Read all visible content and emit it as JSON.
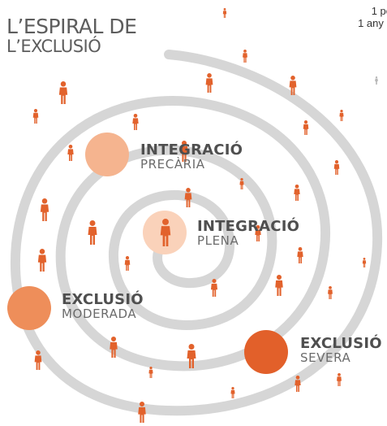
{
  "title": {
    "line1": "L’ESPIRAL DE",
    "line2": "L’EXCLUSIÓ"
  },
  "corner_note": {
    "line1": "1 po",
    "line2": "1 any c"
  },
  "stages": [
    {
      "name": "INTEGRACIÓ",
      "sub": "PRECÀRIA",
      "color": "#f5b48f"
    },
    {
      "name": "INTEGRACIÓ",
      "sub": "PLENA",
      "color": "#fad2ba"
    },
    {
      "name": "EXCLUSIÓ",
      "sub": "MODERADA",
      "color": "#ee8e5a"
    },
    {
      "name": "EXCLUSIÓ",
      "sub": "SEVERA",
      "color": "#e2602a"
    }
  ],
  "colors": {
    "person": "#e2622c",
    "person_gray": "#b7b7b7",
    "spiral": "#d6d6d6"
  },
  "icons": {
    "person": "person-icon"
  }
}
